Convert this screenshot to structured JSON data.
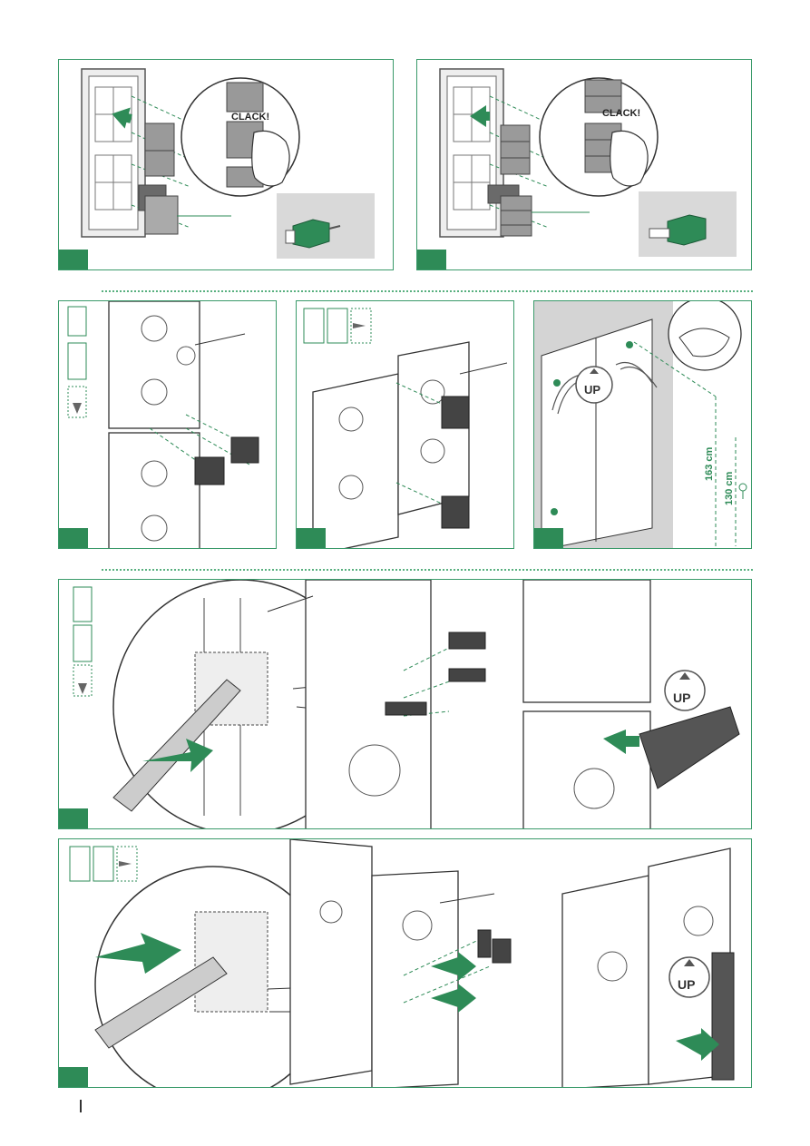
{
  "labels": {
    "clack": "CLACK!",
    "up": "UP",
    "height_163": "163 cm",
    "height_130": "130 cm"
  },
  "colors": {
    "accent_green": "#2e8b57",
    "frame_green": "#3a9a6a",
    "dotted_divider": "#58b07f",
    "grey_box": "#d9d9d9",
    "module_grey": "#707070"
  },
  "icons": {
    "module_grid": "module-grid-icon",
    "arrow": "arrow-icon",
    "up_badge": "up-badge-icon",
    "height_marker": "height-marker-icon"
  }
}
